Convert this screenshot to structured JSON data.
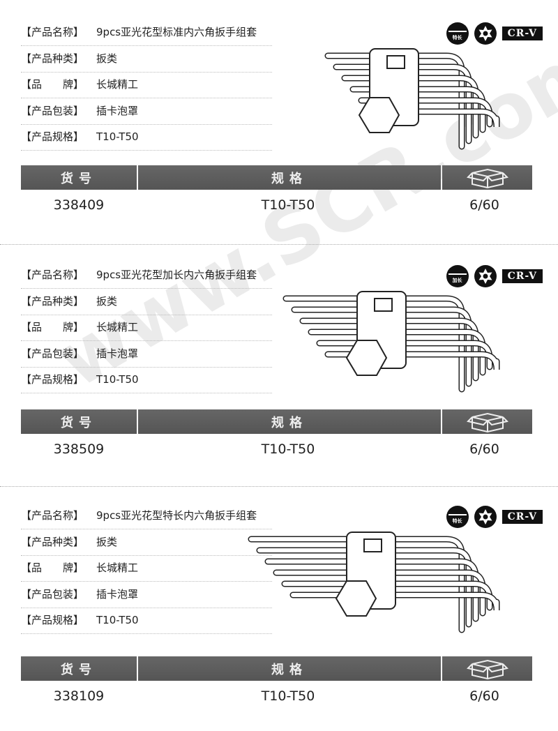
{
  "labels": {
    "name": "【产品名称】",
    "type": "【产品种类】",
    "brand": "【品　　牌】",
    "package": "【产品包装】",
    "spec": "【产品规格】"
  },
  "table_headers": {
    "code": "货号",
    "spec": "规格",
    "box_icon": "box-icon"
  },
  "watermark": "www.SCR.com.cn",
  "products": [
    {
      "name": "9pcs亚光花型标准内六角扳手组套",
      "type": "扳类",
      "brand": "长城精工",
      "package": "插卡泡罩",
      "spec": "T10-T50",
      "code": "338409",
      "table_spec": "T10-T50",
      "qty": "6/60",
      "length_badge": "特长",
      "material": "CR-V"
    },
    {
      "name": "9pcs亚光花型加长内六角扳手组套",
      "type": "扳类",
      "brand": "长城精工",
      "package": "插卡泡罩",
      "spec": "T10-T50",
      "code": "338509",
      "table_spec": "T10-T50",
      "qty": "6/60",
      "length_badge": "加长",
      "material": "CR-V"
    },
    {
      "name": "9pcs亚光花型特长内六角扳手组套",
      "type": "扳类",
      "brand": "长城精工",
      "package": "插卡泡罩",
      "spec": "T10-T50",
      "code": "338109",
      "table_spec": "T10-T50",
      "qty": "6/60",
      "length_badge": "特长",
      "material": "CR-V"
    }
  ]
}
